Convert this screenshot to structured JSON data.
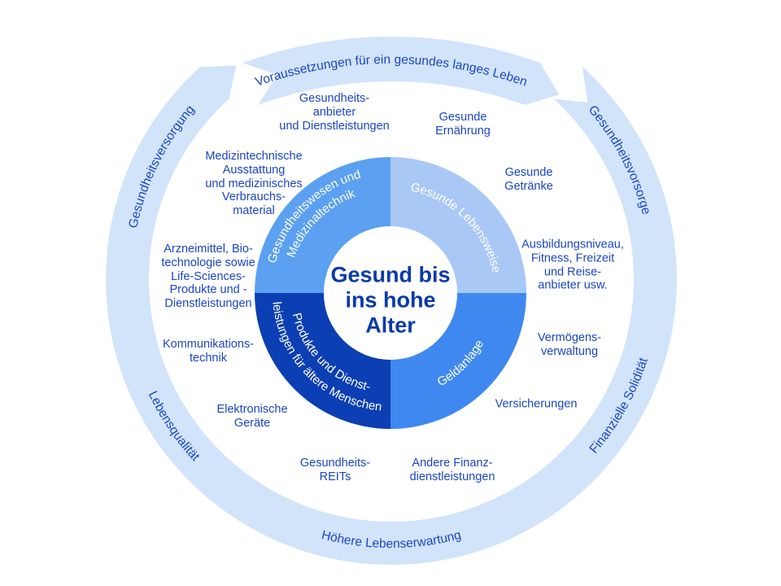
{
  "colors": {
    "ring": "#d2e4fa",
    "text": "#1b45c4",
    "center_text": "#0b3aa8",
    "quadrant_top_left": "#5ba0f1",
    "quadrant_top_right": "#a9c8f6",
    "quadrant_bottom_right": "#3f88ef",
    "quadrant_bottom_left": "#0b3fb3"
  },
  "center": {
    "title": "Gesund bis\nins hohe\nAlter"
  },
  "banner": {
    "label": "Voraussetzungen für ein gesundes langes Leben"
  },
  "ring_labels": {
    "versorgung": "Gesundheitsversorgung",
    "vorsorge": "Gesundheitsvorsorge",
    "solidity": "Finanzielle Solidität",
    "life_expectancy": "Höhere Lebenserwartung",
    "quality": "Lebensqualität"
  },
  "quadrants": {
    "top_left": {
      "line1": "Gesundheitswesen und",
      "line2": "Medizinaltechnik"
    },
    "top_right": {
      "line1": "Gesunde Lebensweise"
    },
    "bottom_right": {
      "line1": "Geldanlage"
    },
    "bottom_left": {
      "line1": "Produkte und Dienst-",
      "line2": "leistungen für ältere Menschen"
    }
  },
  "items": [
    "Gesundheits-\nanbieter\nund Dienstleistungen",
    "Gesunde\nErnährung",
    "Medizintechnische\nAusstattung\nund medizinisches\nVerbrauchs-\nmaterial",
    "Gesunde\nGetränke",
    "Arzneimittel, Bio-\ntechnologie sowie\nLife-Sciences-\nProdukte und -\nDienstleistungen",
    "Ausbildungsniveau,\nFitness, Freizeit\nund Reise-\nanbieter usw.",
    "Kommunikations-\ntechnik",
    "Vermögens-\nverwaltung",
    "Elektronische\nGeräte",
    "Versicherungen",
    "Gesundheits-\nREITs",
    "Andere Finanz-\ndienstleistungen"
  ]
}
